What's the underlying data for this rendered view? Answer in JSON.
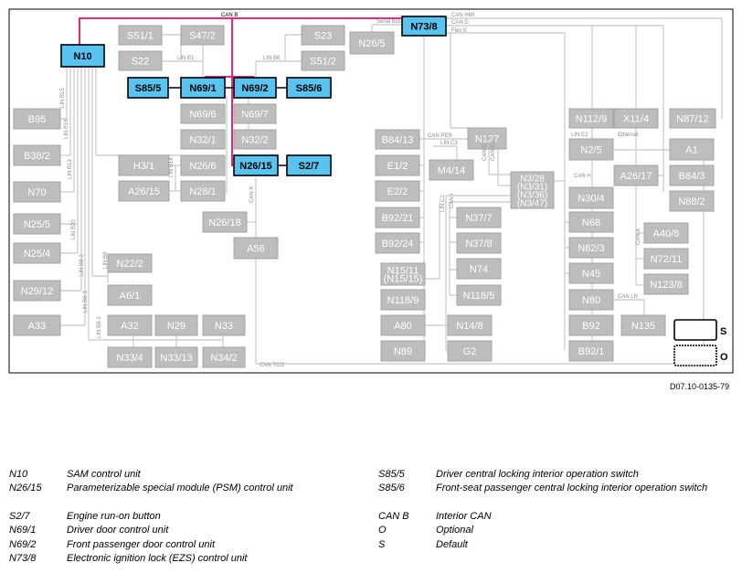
{
  "figure_code": "D07.10-0135-79",
  "buses": {
    "can_b": "CAN B",
    "can_hmi": "CAN HMI",
    "can_d": "CAN D",
    "flex_e": "Flex E",
    "serial_bus": "Serial bus",
    "can_per": "CAN PER",
    "lin_c3": "LIN C3",
    "can_c": "CAN C",
    "can_c1": "CAN C1",
    "lin_c1": "LIN C1",
    "can_i": "CAN I",
    "lin_e2": "LIN E2",
    "ethernet": "Ethernet",
    "can_h": "CAN H",
    "can_a": "CAN A",
    "can_lr": "CAN LR",
    "can_k": "CAN K",
    "can_tco": "CAN TCO",
    "lin_b1": "LIN B1",
    "lin_b6": "LIN B6",
    "lin_b15": "LIN B15",
    "lin_b16": "LIN B16",
    "lin_b13": "LIN B13",
    "lin_b20": "LIN B20",
    "lin_b8_2": "LIN B8-2",
    "lin_b8": "LIN B8",
    "lin_b8_3": "LIN B8-3",
    "lin_b8_1": "LIN B8-1",
    "lin_b14": "LIN B14"
  },
  "units": {
    "N10": "N10",
    "N73_8": "N73/8",
    "S51_1": "S51/1",
    "S47_2": "S47/2",
    "S22": "S22",
    "S23": "S23",
    "S51_2": "S51/2",
    "N26_5": "N26/5",
    "S85_5": "S85/5",
    "N69_1": "N69/1",
    "N69_2": "N69/2",
    "S85_6": "S85/6",
    "N69_6": "N69/6",
    "N69_7": "N69/7",
    "N32_1": "N32/1",
    "N32_2": "N32/2",
    "H3_1": "H3/1",
    "N26_6": "N26/6",
    "N26_15": "N26/15",
    "S2_7": "S2/7",
    "A26_15": "A26/15",
    "N28_1": "N28/1",
    "N26_18": "N26/18",
    "A56": "A56",
    "B95": "B95",
    "B38_2": "B38/2",
    "N70": "N70",
    "N25_5": "N25/5",
    "N25_4": "N25/4",
    "N29_12": "N29/12",
    "N22_2": "N22/2",
    "A6_1": "A6/1",
    "A33": "A33",
    "A32": "A32",
    "N29": "N29",
    "N33": "N33",
    "N33_4": "N33/4",
    "N33_13": "N33/13",
    "N34_2": "N34/2",
    "B84_13": "B84/13",
    "N127": "N127",
    "E1_2": "E1/2",
    "M4_14": "M4/14",
    "E2_2": "E2/2",
    "N3_28": [
      "N3/28",
      "(N3/31)",
      "(N3/36)",
      "(N3/47)"
    ],
    "B92_21": "B92/21",
    "N37_7": "N37/7",
    "B92_24": "B92/24",
    "N37_8": "N37/8",
    "N15_11": [
      "N15/11",
      "(N15/15)"
    ],
    "N74": "N74",
    "N118_9": "N118/9",
    "N118_5": "N118/5",
    "A80": "A80",
    "N14_8": "N14/8",
    "N89": "N89",
    "G2": "G2",
    "N112_9": "N112/9",
    "X11_4": "X11/4",
    "N87_12": "N87/12",
    "N2_5": "N2/5",
    "A1": "A1",
    "A26_17": "A26/17",
    "B84_3": "B84/3",
    "N30_4": "N30/4",
    "N88_2": "N88/2",
    "N68": "N68",
    "A40_8": "A40/8",
    "N62_3": "N62/3",
    "N72_11": "N72/11",
    "N45": "N45",
    "N123_8": "N123/8",
    "N80": "N80",
    "B92": "B92",
    "N135": "N135",
    "B92_1": "B92/1"
  },
  "key": {
    "s": "S",
    "o": "O"
  },
  "legend": [
    {
      "code": "N10",
      "desc": "SAM control unit"
    },
    {
      "code": "N26/15",
      "desc": "Parameterizable special module (PSM) control unit"
    },
    {
      "code": "S2/7",
      "desc": "Engine run-on button"
    },
    {
      "code": "N69/1",
      "desc": "Driver door control unit"
    },
    {
      "code": "N69/2",
      "desc": "Front passenger door control unit"
    },
    {
      "code": "N73/8",
      "desc": "Electronic ignition lock (EZS) control unit"
    },
    {
      "code": "S85/5",
      "desc": "Driver central locking interior operation switch"
    },
    {
      "code": "S85/6",
      "desc": "Front-seat passenger central locking interior operation switch"
    },
    {
      "code": "CAN B",
      "desc": "Interior CAN"
    },
    {
      "code": "O",
      "desc": "Optional"
    },
    {
      "code": "S",
      "desc": "Default"
    }
  ]
}
